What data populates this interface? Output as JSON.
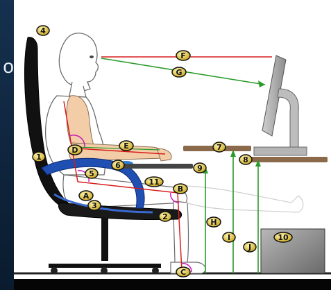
{
  "side_fragment": "o",
  "labels": {
    "num_4": "4",
    "num_1": "1",
    "num_5": "5",
    "num_6": "6",
    "num_7": "7",
    "num_8": "8",
    "num_9": "9",
    "num_11": "11",
    "num_3": "3",
    "num_2": "2",
    "num_10": "10",
    "let_F": "F",
    "let_G": "G",
    "let_E": "E",
    "let_D": "D",
    "let_A": "A",
    "let_B": "B",
    "let_H": "H",
    "let_I": "I",
    "let_J": "J",
    "let_C": "C"
  }
}
